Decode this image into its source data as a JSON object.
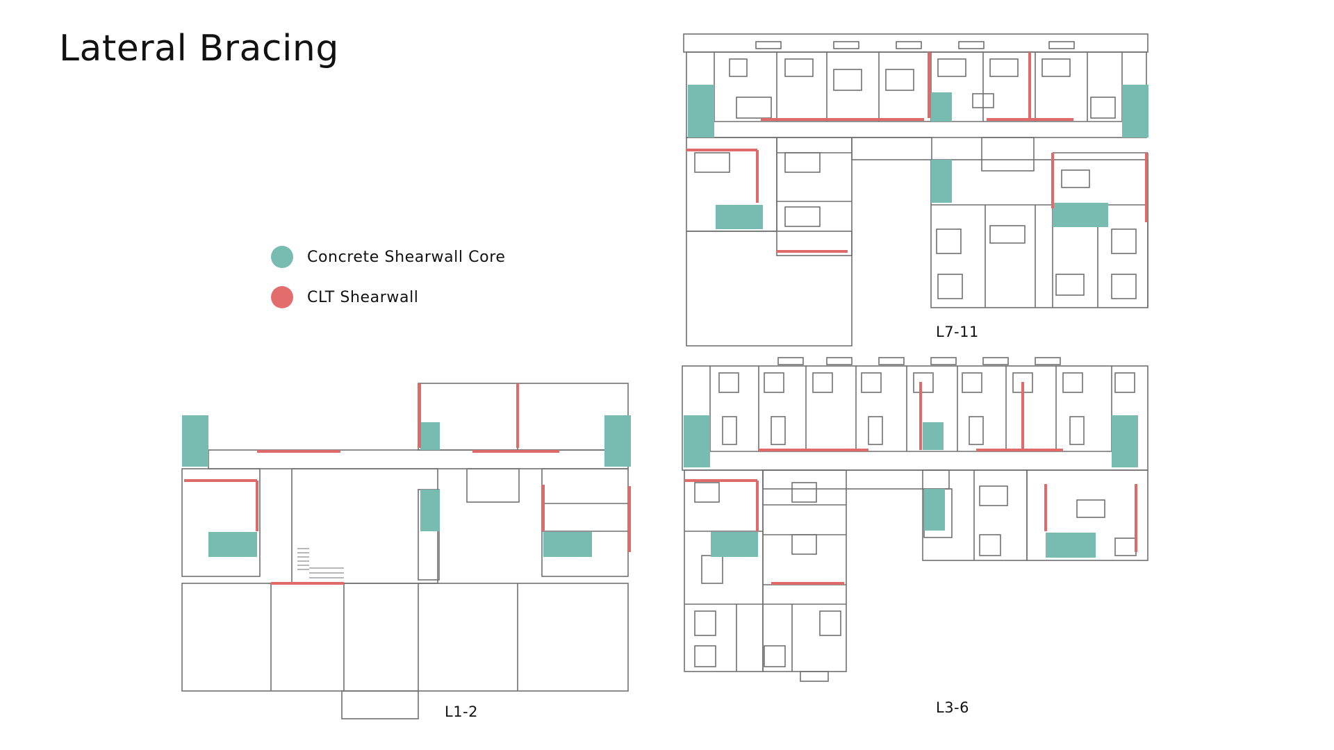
{
  "title": "Lateral Bracing",
  "legend": [
    {
      "label": "Concrete Shearwall Core",
      "color": "#78bbb1"
    },
    {
      "label": "CLT Shearwall",
      "color": "#e36d6d"
    }
  ],
  "plans": {
    "upper": {
      "label": "L7-11"
    },
    "middle": {
      "label": "L3-6"
    },
    "ground": {
      "label": "L1-2"
    }
  },
  "colors": {
    "concrete": "#78bbb1",
    "clt": "#e06a6a",
    "line": "#6f6f6f"
  }
}
